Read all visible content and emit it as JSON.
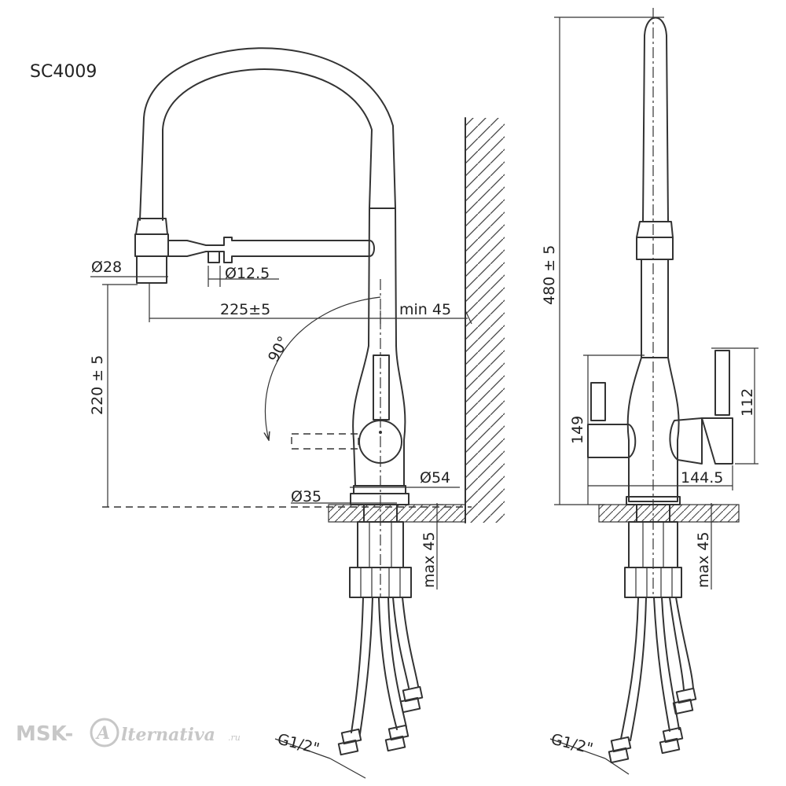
{
  "model": "SC4009",
  "dimensions": {
    "hose_diameter": "Ø28",
    "spout_diameter": "Ø12.5",
    "reach": "225±5",
    "wall_clearance": "min 45",
    "rotation_angle": "90°",
    "spout_height": "220 ± 5",
    "base_diameter": "Ø54",
    "thread_diameter": "Ø35",
    "max_countertop_front": "max 45",
    "connection_front": "G1/2\"",
    "total_height": "480 ± 5",
    "side_height_left": "149",
    "side_height_right": "112",
    "side_width": "144.5",
    "max_countertop_side": "max 45",
    "connection_side": "G1/2\""
  },
  "watermark": {
    "brand": "MSK-",
    "letter": "A",
    "text": "lternativa",
    "suffix": ".ru"
  }
}
